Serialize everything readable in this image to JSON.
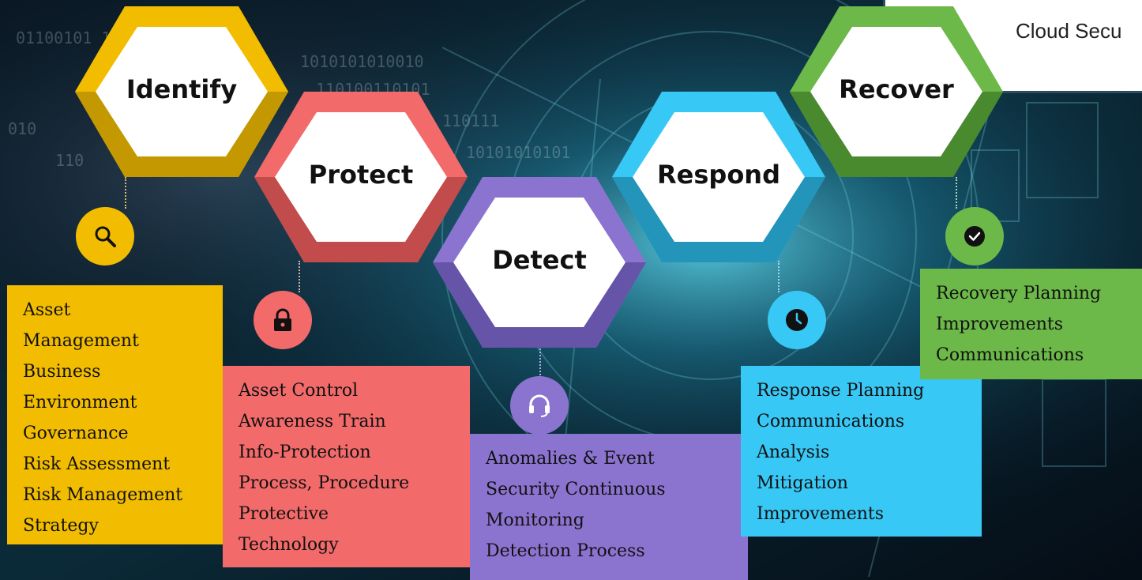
{
  "header": {
    "title": "Cloud Secu"
  },
  "stages": [
    {
      "key": "identify",
      "title": "Identify",
      "color": "#f2bd00",
      "icon": "magnifier-icon",
      "items": [
        "Asset",
        "Management",
        "Business",
        "Environment",
        "Governance",
        "Risk Assessment",
        "Risk Management",
        "Strategy"
      ]
    },
    {
      "key": "protect",
      "title": "Protect",
      "color": "#f26a6a",
      "icon": "padlock-icon",
      "items": [
        "Asset Control",
        "Awareness Train",
        "Info-Protection",
        "Process, Procedure",
        "Protective",
        "Technology"
      ]
    },
    {
      "key": "detect",
      "title": "Detect",
      "color": "#8b74d0",
      "icon": "headset-icon",
      "items": [
        "Anomalies & Event",
        "Security Continuous",
        "Monitoring",
        "Detection Process"
      ]
    },
    {
      "key": "respond",
      "title": "Respond",
      "color": "#38c8f5",
      "icon": "clock-icon",
      "items": [
        "Response Planning",
        "Communications",
        "Analysis",
        "Mitigation",
        "Improvements"
      ]
    },
    {
      "key": "recover",
      "title": "Recover",
      "color": "#6cb848",
      "icon": "checkmark-icon",
      "items": [
        "Recovery Planning",
        "Improvements",
        "Communications"
      ]
    }
  ]
}
